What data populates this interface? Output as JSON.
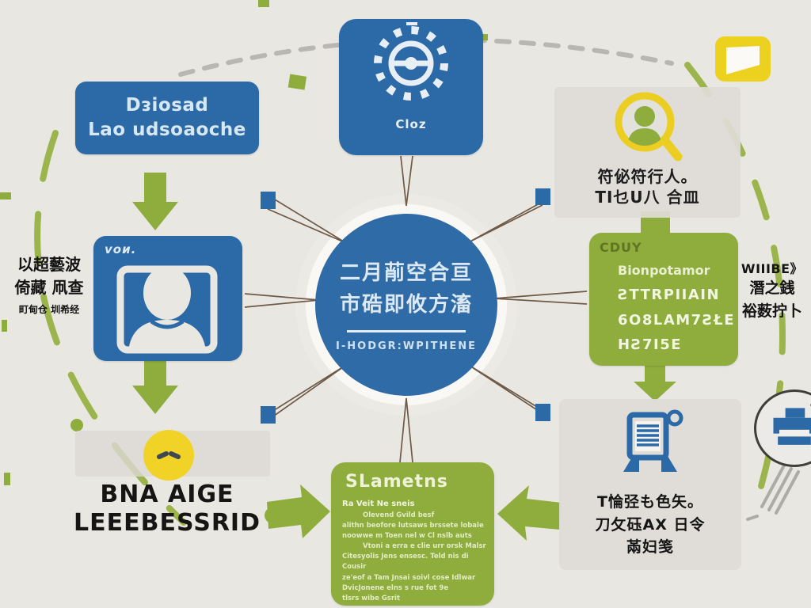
{
  "colors": {
    "background": "#e9e7e2",
    "blue": "#2b6aa6",
    "olive_green": "#8ead3d",
    "yellow": "#f0d020",
    "panel_gray": "#dfddd8",
    "needle_brown": "#6e5a47",
    "text_black": "#141414"
  },
  "top_left_box": {
    "line1": "Dᴈiosad",
    "line2": "Lao udsoaoche"
  },
  "gear_box": {
    "label": "Cloz"
  },
  "search_panel": {
    "line1": "符佖符行人。",
    "line2": "TI乜U八 合皿"
  },
  "left_caption": {
    "line1": "以超藝波",
    "line2": "倚藏 凧查",
    "line3": "町甸仓 圳希经"
  },
  "photo_box": {
    "label": "voᴎ."
  },
  "center_circle": {
    "line1": "二月萷空合亘",
    "line2": "市硞即攸方滀",
    "subtitle": "I-HODGR:WPITHENE"
  },
  "green_box": {
    "corner_label": "CDUY",
    "line1": "Bionpotamor",
    "line2": "ƧTTRPIIAIN",
    "line3": "6O8LAM7ƧŁE",
    "line4": "HƧ7I5E"
  },
  "right_caption": {
    "line1": "WIIIBE》",
    "line2": "潛之銭",
    "line3": "裕薮拧卜"
  },
  "badge_caption": {
    "line1": "BNA AIGE",
    "line2": "LEEEBESSRID"
  },
  "elements_box": {
    "title": "SLametns",
    "lines": [
      "Ra Veit Ne sneis",
      "Olevend Gvild besf",
      "alithn beofore lutsaws brssete lobale",
      "noowwe m Toen nel w Cl nslb auts",
      "Vtoni a erra e clie urr orsk Malsr",
      "Citesyolis Jens ensesc. Teld nis di Cousir",
      "ze'eof a Tam Jnsai soivl cose Idlwar",
      "DvicJonene elns s rue fot 9e",
      "tlsrs wibe Gsrit"
    ]
  },
  "printer_panel": {
    "line1": "T惀弪も色矢。",
    "line2": "刀攵砡AX 日令",
    "line3": "㒼妇笺"
  },
  "icons": {
    "gear": "dashed-gear-icon",
    "search_user": "magnifier-person-icon",
    "user_photo": "portrait-photo-icon",
    "face": "yellow-face-icon",
    "flag": "yellow-flag-icon",
    "printer": "printer-icon",
    "printer_badge": "printer-circle-icon",
    "arrows": "green-flow-arrows"
  }
}
